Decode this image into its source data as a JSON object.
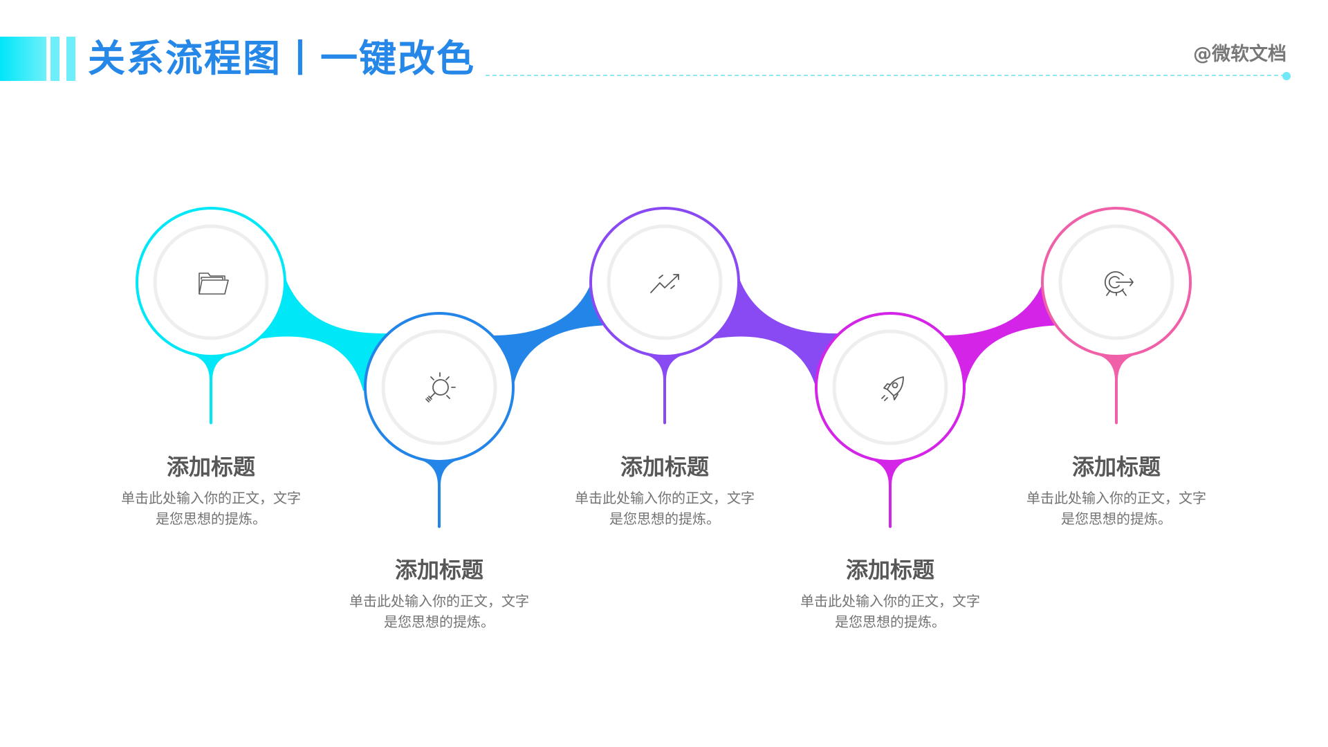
{
  "header": {
    "title": "关系流程图丨一键改色",
    "brand": "@微软文档",
    "accent_color": "#2587e8",
    "line_color": "#8fe8f0"
  },
  "steps": [
    {
      "title": "添加标题",
      "desc_line1": "单击此处输入你的正文，文字",
      "desc_line2": "是您思想的提炼。",
      "icon": "folder-open-icon",
      "color": "#00e8f8",
      "position": "top"
    },
    {
      "title": "添加标题",
      "desc_line1": "单击此处输入你的正文，文字",
      "desc_line2": "是您思想的提炼。",
      "icon": "lightbulb-icon",
      "color": "#2485e8",
      "position": "bottom"
    },
    {
      "title": "添加标题",
      "desc_line1": "单击此处输入你的正文，文字",
      "desc_line2": "是您思想的提炼。",
      "icon": "trending-up-icon",
      "color": "#8a4af3",
      "position": "top"
    },
    {
      "title": "添加标题",
      "desc_line1": "单击此处输入你的正文，文字",
      "desc_line2": "是您思想的提炼。",
      "icon": "rocket-icon",
      "color": "#d424e8",
      "position": "bottom"
    },
    {
      "title": "添加标题",
      "desc_line1": "单击此处输入你的正文，文字",
      "desc_line2": "是您思想的提炼。",
      "icon": "target-icon",
      "color": "#f060a8",
      "position": "top"
    }
  ]
}
